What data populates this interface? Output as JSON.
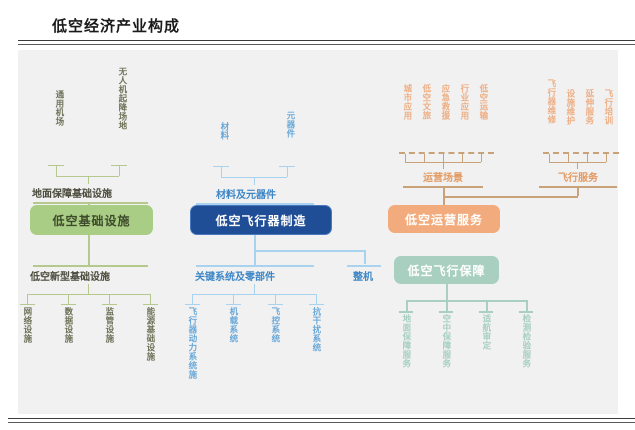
{
  "title": "低空经济产业构成",
  "diagram": {
    "background": "#f1f1f1",
    "pillars": [
      {
        "id": "infrastructure",
        "color": "#a9cd84",
        "line_color": "#b5c98e",
        "main_label": "低空基础设施",
        "upper_group_label": "地面保障基础设施",
        "upper_leaves": [
          "通用机场",
          "无人机起降场地"
        ],
        "lower_group_label": "低空新型基础设施",
        "lower_leaves": [
          "网络设施",
          "数据设施",
          "监管设施",
          "能源基础设施"
        ]
      },
      {
        "id": "aircraft-manufacturing",
        "color": "#1f4e96",
        "line_color": "#a9d2ef",
        "main_label": "低空飞行器制造",
        "upper_group_label": "材料及元器件",
        "upper_leaves": [
          "材料",
          "元器件"
        ],
        "lower_group_label": "关键系统及零部件",
        "lower_leaves": [
          "飞行器动力系统施",
          "机载系统",
          "飞控系统",
          "抗干扰系统"
        ],
        "side_label": "整机"
      },
      {
        "id": "operation-services",
        "color": "#f2ab7c",
        "line_color": "#c9a27a",
        "main_label": "低空运营服务",
        "group_a_label": "运营场景",
        "group_a_leaves": [
          "城市应用",
          "低空文旅",
          "应急救援",
          "行业应用",
          "低空运输"
        ],
        "group_b_label": "飞行服务",
        "group_b_leaves": [
          "飞行器维修",
          "设施维护",
          "延伸服务",
          "飞行培训"
        ]
      },
      {
        "id": "flight-assurance",
        "color": "#a8cfc0",
        "line_color": "#a8cfc0",
        "main_label": "低空飞行保障",
        "lower_leaves": [
          "地面保障服务",
          "空中保障服务",
          "适航审定",
          "检测检验服务"
        ]
      }
    ]
  }
}
